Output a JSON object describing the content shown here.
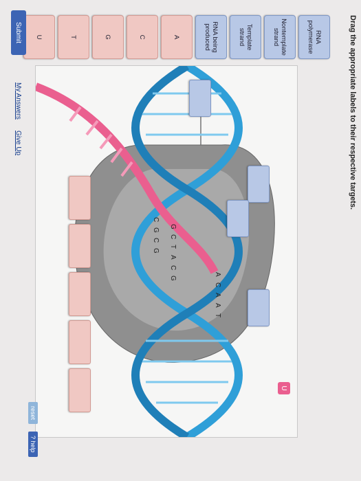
{
  "instruction": "Drag the appropriate labels to their respective targets.",
  "labels": [
    {
      "text": "RNA polymerase",
      "kind": "blue"
    },
    {
      "text": "Nontemplate strand",
      "kind": "blue"
    },
    {
      "text": "Template strand",
      "kind": "blue"
    },
    {
      "text": "RNA being produced",
      "kind": "blue"
    },
    {
      "text": "A",
      "kind": "pink"
    },
    {
      "text": "C",
      "kind": "pink"
    },
    {
      "text": "G",
      "kind": "pink"
    },
    {
      "text": "T",
      "kind": "pink"
    },
    {
      "text": "U",
      "kind": "pink"
    }
  ],
  "diagram": {
    "template_bases": [
      "G",
      "C",
      "T",
      "A",
      "C",
      "G"
    ],
    "nontemplate_bases": [
      "A",
      "C",
      "A",
      "A",
      "T"
    ],
    "rna_bases": [
      "C",
      "G",
      "C",
      "G"
    ],
    "loose_base": "U"
  },
  "buttons": {
    "reset": "reset",
    "help": "? help",
    "submit": "Submit"
  },
  "links": {
    "my_answers": "My Answers",
    "give_up": "Give Up"
  },
  "colors": {
    "accent": "#3c64b4",
    "dna": "#2f9fd8",
    "rna": "#ea5f8f",
    "polymerase": "#8a8a8a"
  }
}
